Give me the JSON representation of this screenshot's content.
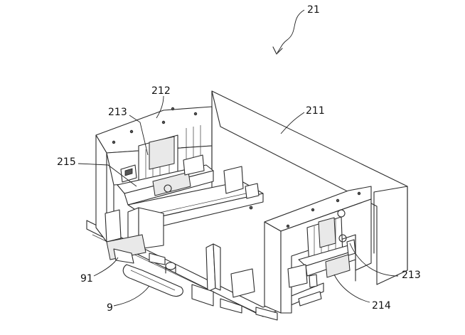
{
  "labels": {
    "l21": "21",
    "l211": "211",
    "l212": "212",
    "l213a": "213",
    "l213b": "213",
    "l214": "214",
    "l215": "215",
    "l91": "91",
    "l9": "9"
  }
}
